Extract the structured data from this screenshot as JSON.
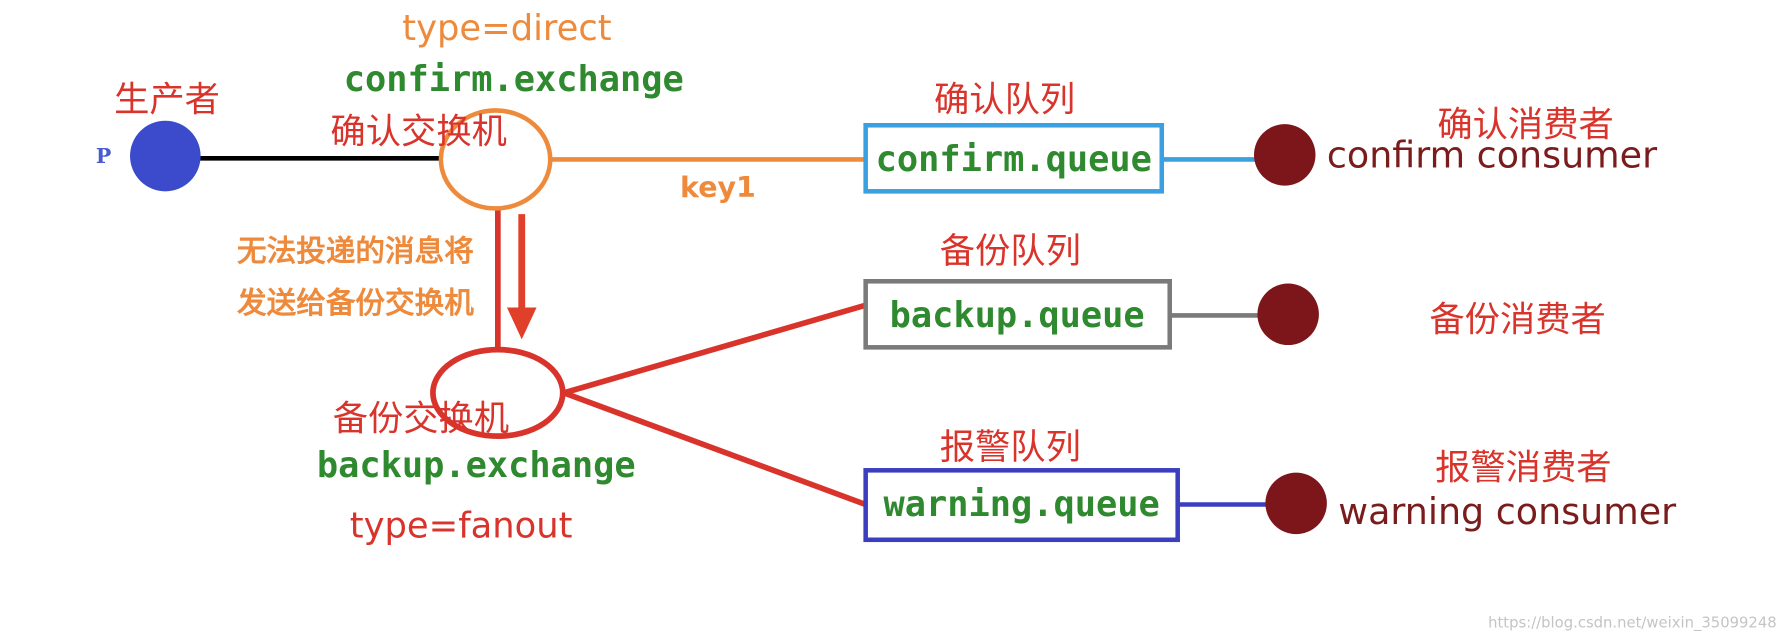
{
  "producer": {
    "label": "生产者",
    "tag": "P"
  },
  "confirm_exchange": {
    "type": "type=direct",
    "name": "confirm.exchange",
    "label": "确认交换机",
    "routing_key": "key1"
  },
  "fallback_note": {
    "line1": "无法投递的消息将",
    "line2": "发送给备份交换机"
  },
  "backup_exchange": {
    "label": "备份交换机",
    "name": "backup.exchange",
    "type": "type=fanout"
  },
  "queues": [
    {
      "label": "确认队列",
      "name": "confirm.queue"
    },
    {
      "label": "备份队列",
      "name": "backup.queue"
    },
    {
      "label": "报警队列",
      "name": "warning.queue"
    }
  ],
  "consumers": [
    {
      "label": "确认消费者",
      "name": "confirm consumer"
    },
    {
      "label": "备份消费者"
    },
    {
      "label": "报警消费者",
      "name": "warning consumer"
    }
  ],
  "watermark": "https://blog.csdn.net/weixin_35099248",
  "colors": {
    "label_red": "#d9342b",
    "orange": "#ee8a3c",
    "green": "#2f8a2f",
    "consumer_text": "#7b1c1c",
    "producer_node": "#3b4bcc",
    "producer_tag": "#4a5bd0",
    "consumer_node": "#7c161b",
    "confirm_queue_border": "#3aa0e0",
    "backup_queue_border": "#7a7a7a",
    "warning_queue_border": "#3b3fbf",
    "producer_link": "#000000",
    "alert_red": "#e0402a",
    "watermark": "#c4c4c4"
  }
}
